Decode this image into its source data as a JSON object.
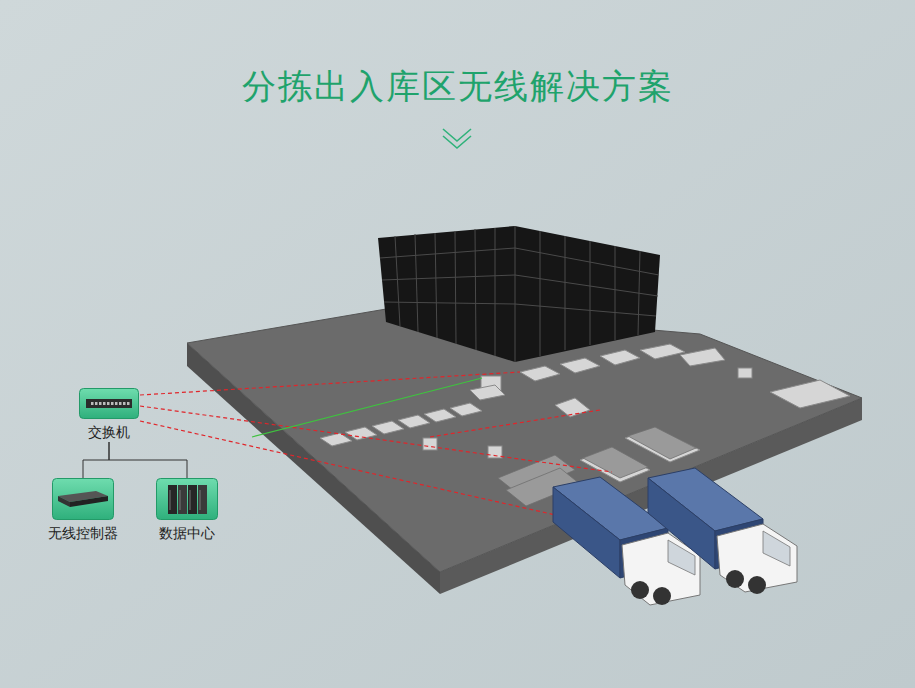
{
  "diagram": {
    "title": "分拣出入库区无线解决方案",
    "nodes": [
      {
        "text": [
          "交换机"
        ]
      },
      {
        "text": [
          "无线控制器"
        ]
      },
      {
        "text": [
          "数据中心"
        ]
      }
    ],
    "edges": [
      {
        "from": 0,
        "to": 1,
        "arrow": "none"
      },
      {
        "from": 0,
        "to": 2,
        "arrow": "none"
      }
    ]
  }
}
